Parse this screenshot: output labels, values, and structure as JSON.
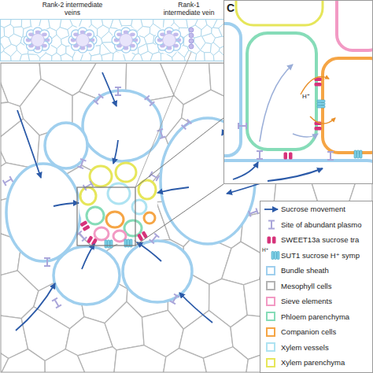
{
  "diagram": {
    "labels": [
      "Rank-2 intermediate veins",
      "Rank-1 intermediate vein",
      "C",
      "H⁺",
      "H⁺"
    ],
    "legend": [
      {
        "text": "Sucrose movement"
      },
      {
        "text": "Site of abundant plasmo"
      },
      {
        "text": "SWEET13a sucrose tra"
      },
      {
        "text": "SUT1 sucrose H⁺ symp"
      },
      {
        "text": "Bundle sheath",
        "color": "#9fcfee"
      },
      {
        "text": "Mesophyll cells",
        "color": "#b3b3b3"
      },
      {
        "text": "Sieve elements",
        "color": "#f29ac4"
      },
      {
        "text": "Phloem parenchyma",
        "color": "#86dcb8"
      },
      {
        "text": "Companion cells",
        "color": "#f5a545"
      },
      {
        "text": "Xylem vessels",
        "color": "#aee3f2"
      },
      {
        "text": "Xylem parenchyma",
        "color": "#e6e65a"
      }
    ]
  }
}
